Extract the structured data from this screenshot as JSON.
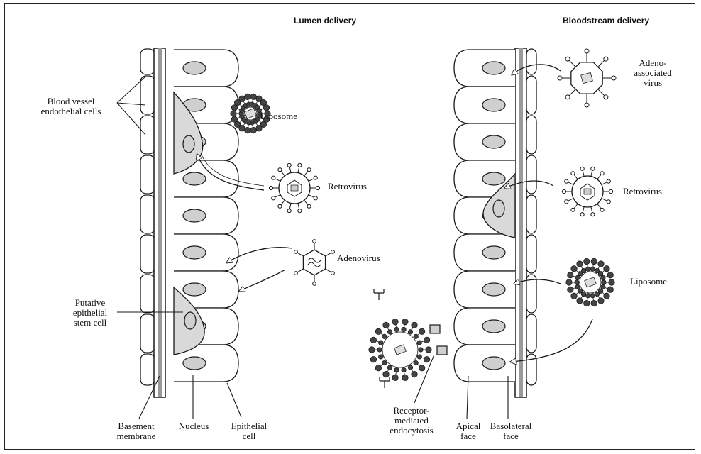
{
  "headers": {
    "lumen": "Lumen delivery",
    "bloodstream": "Bloodstream delivery"
  },
  "labels": {
    "blood_vessel_1": "Blood vessel",
    "blood_vessel_2": "endothelial cells",
    "liposome_left": "Liposome",
    "retrovirus_left": "Retrovirus",
    "adenovirus": "Adenovirus",
    "stem_1": "Putative",
    "stem_2": "epithelial",
    "stem_3": "stem cell",
    "basement_1": "Basement",
    "basement_2": "membrane",
    "nucleus": "Nucleus",
    "epithelial_1": "Epithelial",
    "epithelial_2": "cell",
    "aav_1": "Adeno-",
    "aav_2": "associated",
    "aav_3": "virus",
    "retrovirus_right": "Retrovirus",
    "liposome_right": "Liposome",
    "receptor_1": "Receptor-",
    "receptor_2": "mediated",
    "receptor_3": "endocytosis",
    "apical_1": "Apical",
    "apical_2": "face",
    "basolateral_1": "Basolateral",
    "basolateral_2": "face"
  },
  "colors": {
    "line": "#1a1a1a",
    "nucleus_fill": "#cfcfcf",
    "stem_fill": "#d9d9d9",
    "membrane_fill": "#9a9a9a"
  }
}
